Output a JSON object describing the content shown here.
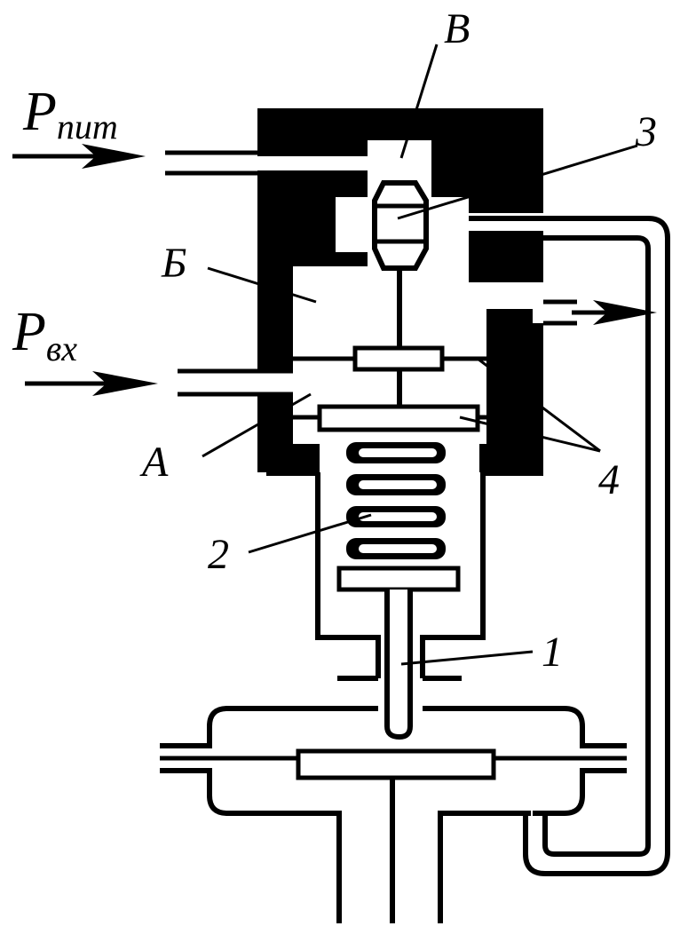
{
  "diagram": {
    "labels": {
      "p_supply_main": "P",
      "p_supply_sub": "пит",
      "p_input_main": "P",
      "p_input_sub": "вх",
      "chamber_v": "В",
      "chamber_b": "Б",
      "chamber_a": "А",
      "part_1": "1",
      "part_2": "2",
      "part_3": "3",
      "part_4": "4"
    },
    "colors": {
      "ink": "#000000",
      "paper": "#ffffff"
    }
  }
}
